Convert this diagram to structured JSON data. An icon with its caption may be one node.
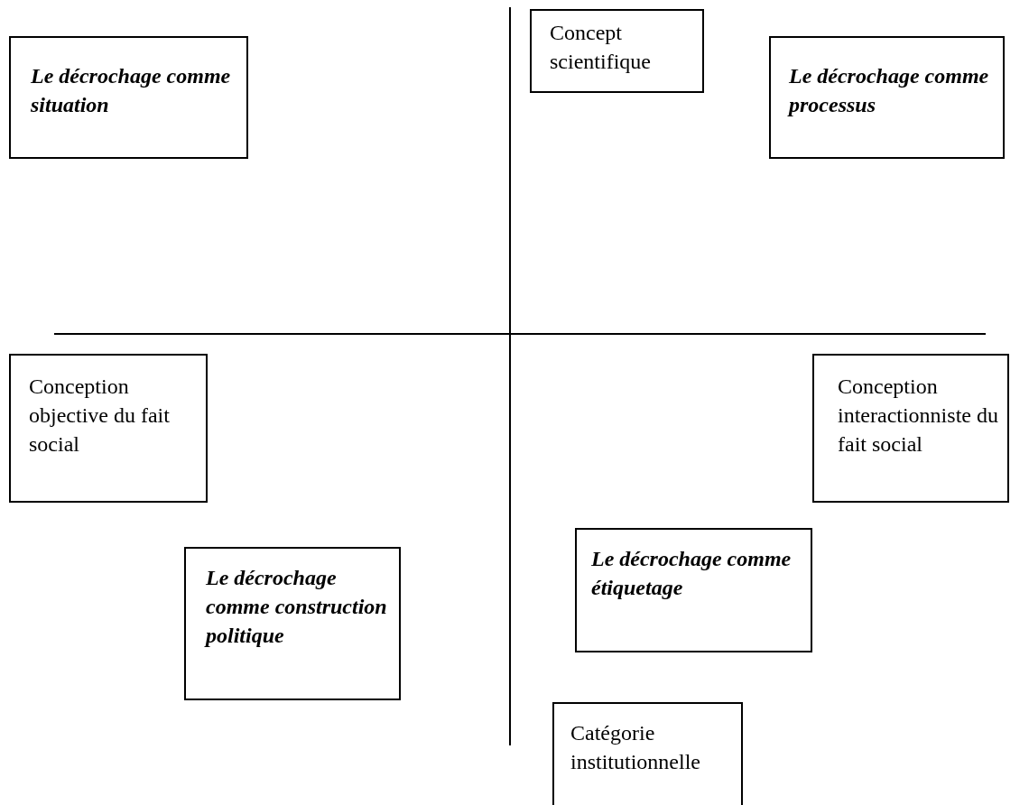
{
  "diagram": {
    "nodes": [
      {
        "text": [
          "Concept scientifique"
        ]
      },
      {
        "text": [
          "Le décrochage comme situation"
        ]
      },
      {
        "text": [
          "Le décrochage comme processus"
        ]
      },
      {
        "text": [
          "Conception objective du fait social"
        ]
      },
      {
        "text": [
          "Conception interactionniste du fait social"
        ]
      },
      {
        "text": [
          "Le décrochage comme étiquetage"
        ]
      },
      {
        "text": [
          "Le décrochage comme construction politique"
        ]
      },
      {
        "text": [
          "Catégorie institutionnelle"
        ]
      }
    ]
  }
}
